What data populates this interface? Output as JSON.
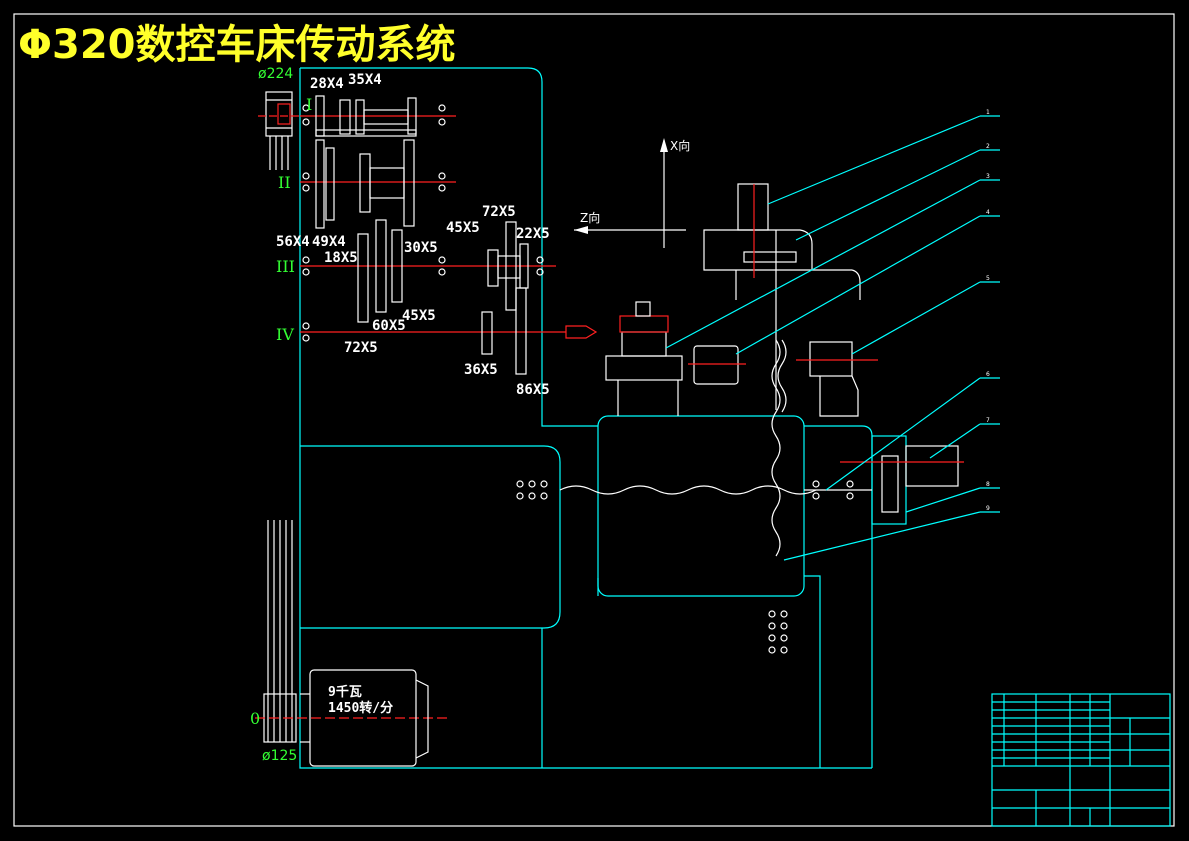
{
  "title": "Φ320数控车床传动系统",
  "labels": {
    "pulley_top": "ø224",
    "pulley_bottom": "ø125",
    "g_28x4": "28X4",
    "g_35x4": "35X4",
    "g_56x4": "56X4",
    "g_49x4": "49X4",
    "g_18x5": "18X5",
    "g_30x5": "30X5",
    "g_45x5a": "45X5",
    "g_72x5a": "72X5",
    "g_22x5": "22X5",
    "g_45x5b": "45X5",
    "g_60x5": "60X5",
    "g_72x5b": "72X5",
    "g_36x5": "36X5",
    "g_86x5": "86X5",
    "motor_power": "9千瓦",
    "motor_speed": "1450转/分",
    "x_dir": "X向",
    "z_dir": "Z向"
  },
  "shafts": [
    "I",
    "II",
    "III",
    "IV",
    "0"
  ],
  "leaders": [
    "1",
    "2",
    "3",
    "4",
    "5",
    "6",
    "7",
    "8",
    "9"
  ],
  "colors": {
    "frame": "#00ffff",
    "lines": "#ffffff",
    "axis": "#ff2020",
    "title": "#ffff2a",
    "shaft_label": "#33ff33"
  }
}
